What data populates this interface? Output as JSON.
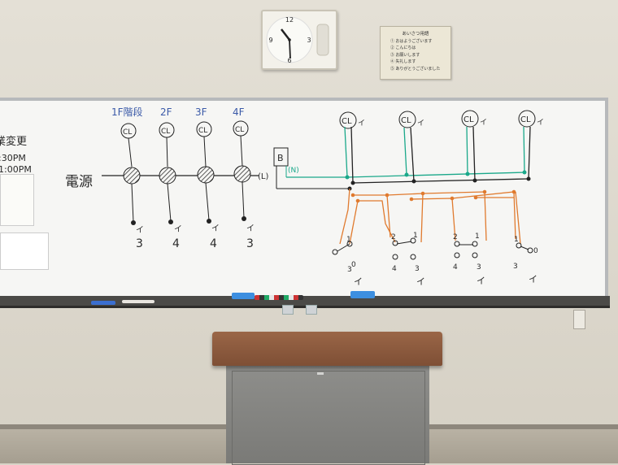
{
  "clock": {
    "numerals": [
      "12",
      "3",
      "6",
      "9"
    ]
  },
  "notice": {
    "title": "あいさつ用語",
    "lines": [
      "① おはようございます",
      "② こんにちは",
      "③ お願いします",
      "④ 失礼します",
      "⑤ ありがとうございました"
    ]
  },
  "board": {
    "left_edge": {
      "line1": "業変更",
      "line2": ":30PM",
      "line3": "1:00PM"
    },
    "power_label": "電源",
    "floor_labels": [
      "1F階段",
      "2F",
      "3F",
      "4F"
    ],
    "left_lamp_label": "CL",
    "left_switch_mark": "イ",
    "left_switch_counts": [
      "3",
      "4",
      "4",
      "3"
    ],
    "breaker_label": "B",
    "L_label": "(L)",
    "N_label": "(N)",
    "right_lamp_label": "CL",
    "right_lamp_mark": "イ",
    "right_bottom_marks": [
      "イ",
      "イ",
      "イ",
      "イ"
    ],
    "switch_numbers": {
      "s1": {
        "a": "1",
        "b": "0",
        "c": "3"
      },
      "s2": {
        "a": "2",
        "b": "1",
        "c": "4",
        "d": "3"
      },
      "s3": {
        "a": "2",
        "b": "1",
        "c": "4",
        "d": "3"
      },
      "s4": {
        "a": "1",
        "b": "0",
        "c": "3"
      }
    }
  },
  "colors": {
    "green": "#1aa88a",
    "orange": "#e07a2e",
    "black": "#222222",
    "blue": "#3b5aa8"
  }
}
